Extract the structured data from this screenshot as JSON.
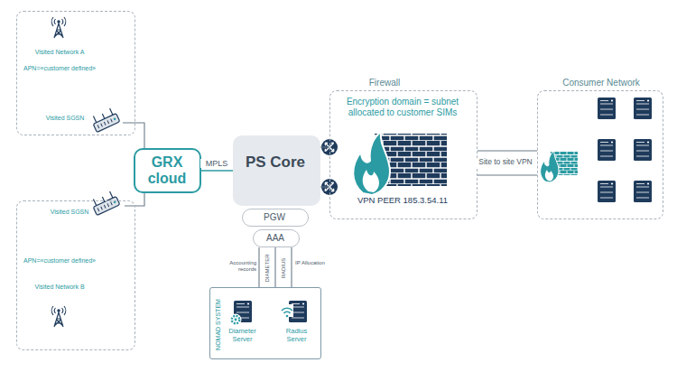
{
  "diagram": {
    "nodes": [
      {
        "text": [
          "Visited Network A",
          "APN=«customer defined»"
        ]
      },
      {
        "text": [
          "Visited SGSN"
        ],
        "in": 0
      },
      {
        "text": [
          "APN=«customer defined»",
          "Visited Network B"
        ]
      },
      {
        "text": [
          "Visited SGSN"
        ],
        "in": 2
      },
      {
        "text": [
          "GRX cloud"
        ]
      },
      {
        "text": [
          "PS Core"
        ]
      },
      {
        "text": [
          "PGW"
        ]
      },
      {
        "text": [
          "AAA"
        ]
      },
      {
        "text": [
          "NOMAD SYSTEM"
        ]
      },
      {
        "text": [
          "Diameter Server"
        ],
        "in": 8
      },
      {
        "text": [
          "Radius Server"
        ],
        "in": 8
      },
      {
        "text": [
          "Firewall",
          "Encryption domain = subnet allocated to customer SIMs",
          "VPN PEER 185.3.54.11"
        ]
      },
      {
        "text": [
          "Consumer Network"
        ]
      }
    ],
    "edges": [
      {
        "from": 1,
        "to": 4,
        "arrow": "none"
      },
      {
        "from": 3,
        "to": 4,
        "arrow": "none"
      },
      {
        "from": 4,
        "to": 5,
        "label": "MPLS",
        "arrow": "none"
      },
      {
        "from": 5,
        "to": 11,
        "arrow": "none"
      },
      {
        "from": 5,
        "to": 11,
        "arrow": "none"
      },
      {
        "from": 11,
        "to": 12,
        "label": "Site to site VPN",
        "arrow": "none"
      },
      {
        "from": 11,
        "to": 12,
        "arrow": "none"
      },
      {
        "from": 7,
        "to": 8,
        "label": "Accounting records",
        "arrow": "none"
      },
      {
        "from": 7,
        "to": 8,
        "label": "DIAMETER",
        "arrow": "none"
      },
      {
        "from": 7,
        "to": 8,
        "label": "RADIUS",
        "arrow": "none"
      }
    ],
    "labels": [
      "IP Allocation"
    ]
  }
}
